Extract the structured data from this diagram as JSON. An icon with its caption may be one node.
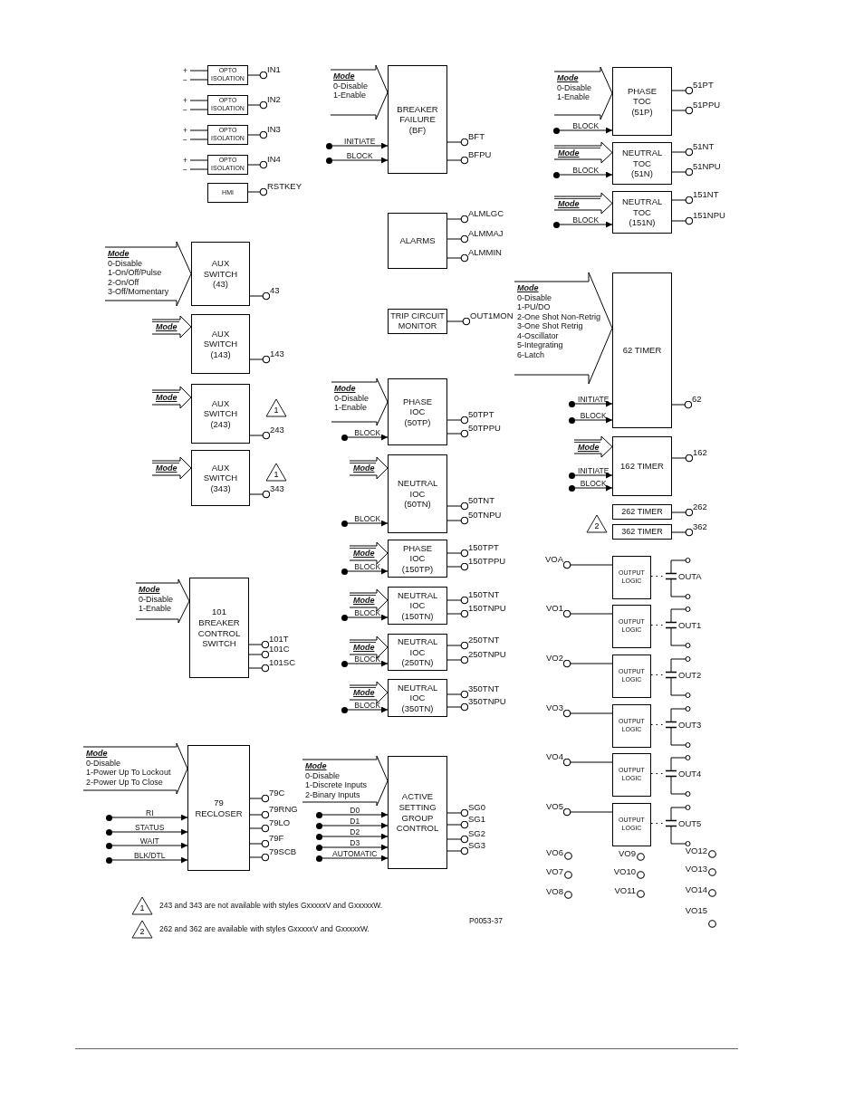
{
  "diagram": {
    "nodes": [
      {
        "text": [
          "OPTO ISOLATION"
        ]
      },
      {
        "text": [
          "IN1"
        ]
      },
      {
        "text": [
          "OPTO ISOLATION"
        ]
      },
      {
        "text": [
          "IN2"
        ]
      },
      {
        "text": [
          "OPTO ISOLATION"
        ]
      },
      {
        "text": [
          "IN3"
        ]
      },
      {
        "text": [
          "OPTO ISOLATION"
        ]
      },
      {
        "text": [
          "IN4"
        ]
      },
      {
        "text": [
          "HMI"
        ]
      },
      {
        "text": [
          "RSTKEY"
        ]
      },
      {
        "text": [
          "Mode",
          "0-Disable",
          "1-On/Off/Pulse",
          "2-On/Off",
          "3-Off/Momentary"
        ]
      },
      {
        "text": [
          "AUX SWITCH (43)"
        ]
      },
      {
        "text": [
          "43"
        ]
      },
      {
        "text": [
          "Mode"
        ]
      },
      {
        "text": [
          "AUX SWITCH (143)"
        ]
      },
      {
        "text": [
          "143"
        ]
      },
      {
        "text": [
          "Mode"
        ]
      },
      {
        "text": [
          "AUX SWITCH (243)"
        ]
      },
      {
        "text": [
          "1"
        ]
      },
      {
        "text": [
          "243"
        ]
      },
      {
        "text": [
          "Mode"
        ]
      },
      {
        "text": [
          "AUX SWITCH (343)"
        ]
      },
      {
        "text": [
          "1"
        ]
      },
      {
        "text": [
          "343"
        ]
      },
      {
        "text": [
          "Mode",
          "0-Disable",
          "1-Enable"
        ]
      },
      {
        "text": [
          "101 BREAKER CONTROL SWITCH"
        ]
      },
      {
        "text": [
          "101T"
        ]
      },
      {
        "text": [
          "101C"
        ]
      },
      {
        "text": [
          "101SC"
        ]
      },
      {
        "text": [
          "Mode",
          "0-Disable",
          "1-Power Up To Lockout",
          "2-Power Up To Close"
        ]
      },
      {
        "text": [
          "79 RECLOSER"
        ]
      },
      {
        "text": [
          "79C"
        ]
      },
      {
        "text": [
          "79RNG"
        ]
      },
      {
        "text": [
          "79LO"
        ]
      },
      {
        "text": [
          "79F"
        ]
      },
      {
        "text": [
          "79SCB"
        ]
      },
      {
        "text": [
          "Mode",
          "0-Disable",
          "1-Enable"
        ]
      },
      {
        "text": [
          "BREAKER FAILURE (BF)"
        ]
      },
      {
        "text": [
          "BFT"
        ]
      },
      {
        "text": [
          "BFPU"
        ]
      },
      {
        "text": [
          "ALARMS"
        ]
      },
      {
        "text": [
          "ALMLGC"
        ]
      },
      {
        "text": [
          "ALMMAJ"
        ]
      },
      {
        "text": [
          "ALMMIN"
        ]
      },
      {
        "text": [
          "TRIP CIRCUIT MONITOR"
        ]
      },
      {
        "text": [
          "OUT1MON"
        ]
      },
      {
        "text": [
          "Mode",
          "0-Disable",
          "1-Enable"
        ]
      },
      {
        "text": [
          "PHASE IOC (50TP)"
        ]
      },
      {
        "text": [
          "50TPT"
        ]
      },
      {
        "text": [
          "50TPPU"
        ]
      },
      {
        "text": [
          "Mode"
        ]
      },
      {
        "text": [
          "NEUTRAL IOC (50TN)"
        ]
      },
      {
        "text": [
          "50TNT"
        ]
      },
      {
        "text": [
          "50TNPU"
        ]
      },
      {
        "text": [
          "Mode"
        ]
      },
      {
        "text": [
          "PHASE IOC (150TP)"
        ]
      },
      {
        "text": [
          "150TPT"
        ]
      },
      {
        "text": [
          "150TPPU"
        ]
      },
      {
        "text": [
          "Mode"
        ]
      },
      {
        "text": [
          "NEUTRAL IOC (150TN)"
        ]
      },
      {
        "text": [
          "150TNT"
        ]
      },
      {
        "text": [
          "150TNPU"
        ]
      },
      {
        "text": [
          "Mode"
        ]
      },
      {
        "text": [
          "NEUTRAL IOC (250TN)"
        ]
      },
      {
        "text": [
          "250TNT"
        ]
      },
      {
        "text": [
          "250TNPU"
        ]
      },
      {
        "text": [
          "Mode"
        ]
      },
      {
        "text": [
          "NEUTRAL IOC (350TN)"
        ]
      },
      {
        "text": [
          "350TNT"
        ]
      },
      {
        "text": [
          "350TNPU"
        ]
      },
      {
        "text": [
          "Mode",
          "0-Disable",
          "1-Discrete Inputs",
          "2-Binary Inputs"
        ]
      },
      {
        "text": [
          "ACTIVE SETTING GROUP CONTROL"
        ]
      },
      {
        "text": [
          "SG0"
        ]
      },
      {
        "text": [
          "SG1"
        ]
      },
      {
        "text": [
          "SG2"
        ]
      },
      {
        "text": [
          "SG3"
        ]
      },
      {
        "text": [
          "Mode",
          "0-Disable",
          "1-Enable"
        ]
      },
      {
        "text": [
          "PHASE TOC (51P)"
        ]
      },
      {
        "text": [
          "51PT"
        ]
      },
      {
        "text": [
          "51PPU"
        ]
      },
      {
        "text": [
          "Mode"
        ]
      },
      {
        "text": [
          "NEUTRAL TOC (51N)"
        ]
      },
      {
        "text": [
          "51NT"
        ]
      },
      {
        "text": [
          "51NPU"
        ]
      },
      {
        "text": [
          "Mode"
        ]
      },
      {
        "text": [
          "NEUTRAL TOC (151N)"
        ]
      },
      {
        "text": [
          "151NT"
        ]
      },
      {
        "text": [
          "151NPU"
        ]
      },
      {
        "text": [
          "Mode",
          "0-Disable",
          "1-PU/DO",
          "2-One Shot Non-Retrig",
          "3-One Shot Retrig",
          "4-Oscillator",
          "5-Integrating",
          "6-Latch"
        ]
      },
      {
        "text": [
          "62 TIMER"
        ]
      },
      {
        "text": [
          "62"
        ]
      },
      {
        "text": [
          "Mode"
        ]
      },
      {
        "text": [
          "162 TIMER"
        ]
      },
      {
        "text": [
          "162"
        ]
      },
      {
        "text": [
          "262 TIMER"
        ]
      },
      {
        "text": [
          "262"
        ]
      },
      {
        "text": [
          "2"
        ]
      },
      {
        "text": [
          "362 TIMER"
        ]
      },
      {
        "text": [
          "362"
        ]
      },
      {
        "text": [
          "VOA"
        ]
      },
      {
        "text": [
          "OUTPUT LOGIC"
        ]
      },
      {
        "text": [
          "OUTA"
        ]
      },
      {
        "text": [
          "VO1"
        ]
      },
      {
        "text": [
          "OUTPUT LOGIC"
        ]
      },
      {
        "text": [
          "OUT1"
        ]
      },
      {
        "text": [
          "VO2"
        ]
      },
      {
        "text": [
          "OUTPUT LOGIC"
        ]
      },
      {
        "text": [
          "OUT2"
        ]
      },
      {
        "text": [
          "VO3"
        ]
      },
      {
        "text": [
          "OUTPUT LOGIC"
        ]
      },
      {
        "text": [
          "OUT3"
        ]
      },
      {
        "text": [
          "VO4"
        ]
      },
      {
        "text": [
          "OUTPUT LOGIC"
        ]
      },
      {
        "text": [
          "OUT4"
        ]
      },
      {
        "text": [
          "VO5"
        ]
      },
      {
        "text": [
          "OUTPUT LOGIC"
        ]
      },
      {
        "text": [
          "OUT5"
        ]
      },
      {
        "text": [
          "1"
        ],
        "beside": [
          "243 and 343 are not available with styles GxxxxxV and GxxxxxW."
        ]
      },
      {
        "text": [
          "2"
        ],
        "beside": [
          "262 and 362 are available with styles GxxxxxV and GxxxxxW."
        ]
      },
      {
        "text": [
          "VO6"
        ]
      },
      {
        "text": [
          "VO9"
        ]
      },
      {
        "text": [
          "VO12"
        ]
      },
      {
        "text": [
          "VO7"
        ]
      },
      {
        "text": [
          "VO10"
        ]
      },
      {
        "text": [
          "VO13"
        ]
      },
      {
        "text": [
          "VO8"
        ]
      },
      {
        "text": [
          "VO11"
        ]
      },
      {
        "text": [
          "VO14"
        ]
      },
      {
        "text": [
          "VO15"
        ]
      },
      {
        "text": [],
        "shape": "circle"
      },
      {
        "text": [],
        "shape": "circle"
      },
      {
        "text": [],
        "shape": "circle"
      },
      {
        "text": [],
        "shape": "circle"
      },
      {
        "text": [],
        "shape": "circle"
      },
      {
        "text": [],
        "shape": "circle"
      },
      {
        "text": [],
        "shape": "circle"
      },
      {
        "text": [],
        "shape": "circle"
      },
      {
        "text": [],
        "shape": "circle"
      },
      {
        "text": [],
        "shape": "circle"
      },
      {
        "text": [],
        "shape": "circle"
      },
      {
        "text": [],
        "shape": "circle"
      },
      {
        "text": [],
        "shape": "circle"
      },
      {
        "text": [],
        "shape": "circle"
      },
      {
        "text": [],
        "shape": "circle"
      },
      {
        "text": [],
        "shape": "circle"
      },
      {
        "text": [],
        "shape": "circle"
      },
      {
        "text": [],
        "shape": "circle"
      },
      {
        "text": [],
        "shape": "circle"
      },
      {
        "text": [],
        "shape": "circle"
      },
      {
        "text": [],
        "shape": "circle"
      },
      {
        "text": [],
        "shape": "circle"
      },
      {
        "text": [],
        "shape": "circle"
      },
      {
        "text": [],
        "shape": "circle"
      }
    ],
    "edges": [
      {
        "from": null,
        "to": 0,
        "arrow": "none",
        "label": "+"
      },
      {
        "from": null,
        "to": 0,
        "arrow": "none",
        "label": "−"
      },
      {
        "from": 0,
        "to": 1,
        "arrow": "other"
      },
      {
        "from": null,
        "to": 2,
        "arrow": "none",
        "label": "+"
      },
      {
        "from": null,
        "to": 2,
        "arrow": "none",
        "label": "−"
      },
      {
        "from": 2,
        "to": 3,
        "arrow": "other"
      },
      {
        "from": null,
        "to": 4,
        "arrow": "none",
        "label": "+"
      },
      {
        "from": null,
        "to": 4,
        "arrow": "none",
        "label": "−"
      },
      {
        "from": 4,
        "to": 5,
        "arrow": "other"
      },
      {
        "from": null,
        "to": 6,
        "arrow": "none",
        "label": "+"
      },
      {
        "from": null,
        "to": 6,
        "arrow": "none",
        "label": "−"
      },
      {
        "from": 6,
        "to": 7,
        "arrow": "other"
      },
      {
        "from": 8,
        "to": 9,
        "arrow": "other"
      },
      {
        "from": 11,
        "to": 12,
        "arrow": "other"
      },
      {
        "from": 14,
        "to": 15,
        "arrow": "other"
      },
      {
        "from": 17,
        "to": 19,
        "arrow": "other"
      },
      {
        "from": 21,
        "to": 23,
        "arrow": "other"
      },
      {
        "from": 25,
        "to": 26,
        "arrow": "other"
      },
      {
        "from": 25,
        "to": 27,
        "arrow": "other"
      },
      {
        "from": 25,
        "to": 28,
        "arrow": "other"
      },
      {
        "from": 129,
        "to": 30,
        "arrow": "to",
        "label": "RI"
      },
      {
        "from": 130,
        "to": 30,
        "arrow": "to",
        "label": "STATUS"
      },
      {
        "from": 131,
        "to": 30,
        "arrow": "to",
        "label": "WAIT"
      },
      {
        "from": 132,
        "to": 30,
        "arrow": "to",
        "label": "BLK/DTL"
      },
      {
        "from": 30,
        "to": 31,
        "arrow": "other"
      },
      {
        "from": 30,
        "to": 32,
        "arrow": "other"
      },
      {
        "from": 30,
        "to": 33,
        "arrow": "other"
      },
      {
        "from": 30,
        "to": 34,
        "arrow": "other"
      },
      {
        "from": 30,
        "to": 35,
        "arrow": "other"
      },
      {
        "from": 133,
        "to": 37,
        "arrow": "to",
        "label": "INITIATE"
      },
      {
        "from": 134,
        "to": 37,
        "arrow": "to",
        "label": "BLOCK"
      },
      {
        "from": 37,
        "to": 38,
        "arrow": "other"
      },
      {
        "from": 37,
        "to": 39,
        "arrow": "other"
      },
      {
        "from": 40,
        "to": 41,
        "arrow": "other"
      },
      {
        "from": 40,
        "to": 42,
        "arrow": "other"
      },
      {
        "from": 40,
        "to": 43,
        "arrow": "other"
      },
      {
        "from": 44,
        "to": 45,
        "arrow": "other"
      },
      {
        "from": 135,
        "to": 47,
        "arrow": "to",
        "label": "BLOCK"
      },
      {
        "from": 47,
        "to": 48,
        "arrow": "other"
      },
      {
        "from": 47,
        "to": 49,
        "arrow": "other"
      },
      {
        "from": 136,
        "to": 51,
        "arrow": "to",
        "label": "BLOCK"
      },
      {
        "from": 51,
        "to": 52,
        "arrow": "other"
      },
      {
        "from": 51,
        "to": 53,
        "arrow": "other"
      },
      {
        "from": 137,
        "to": 55,
        "arrow": "to",
        "label": "BLOCK"
      },
      {
        "from": 55,
        "to": 56,
        "arrow": "other"
      },
      {
        "from": 55,
        "to": 57,
        "arrow": "other"
      },
      {
        "from": 138,
        "to": 59,
        "arrow": "to",
        "label": "BLOCK"
      },
      {
        "from": 59,
        "to": 60,
        "arrow": "other"
      },
      {
        "from": 59,
        "to": 61,
        "arrow": "other"
      },
      {
        "from": 139,
        "to": 63,
        "arrow": "to",
        "label": "BLOCK"
      },
      {
        "from": 63,
        "to": 64,
        "arrow": "other"
      },
      {
        "from": 63,
        "to": 65,
        "arrow": "other"
      },
      {
        "from": 140,
        "to": 67,
        "arrow": "to",
        "label": "BLOCK"
      },
      {
        "from": 67,
        "to": 68,
        "arrow": "other"
      },
      {
        "from": 67,
        "to": 69,
        "arrow": "other"
      },
      {
        "from": 141,
        "to": 71,
        "arrow": "to",
        "label": "D0"
      },
      {
        "from": 142,
        "to": 71,
        "arrow": "to",
        "label": "D1"
      },
      {
        "from": 143,
        "to": 71,
        "arrow": "to",
        "label": "D2"
      },
      {
        "from": 144,
        "to": 71,
        "arrow": "to",
        "label": "D3"
      },
      {
        "from": 145,
        "to": 71,
        "arrow": "to",
        "label": "AUTOMATIC"
      },
      {
        "from": 71,
        "to": 72,
        "arrow": "other"
      },
      {
        "from": 71,
        "to": 73,
        "arrow": "other"
      },
      {
        "from": 71,
        "to": 74,
        "arrow": "other"
      },
      {
        "from": 71,
        "to": 75,
        "arrow": "other"
      },
      {
        "from": 146,
        "to": 77,
        "arrow": "to",
        "label": "BLOCK"
      },
      {
        "from": 77,
        "to": 78,
        "arrow": "other"
      },
      {
        "from": 77,
        "to": 79,
        "arrow": "other"
      },
      {
        "from": 147,
        "to": 81,
        "arrow": "to",
        "label": "BLOCK"
      },
      {
        "from": 81,
        "to": 82,
        "arrow": "other"
      },
      {
        "from": 81,
        "to": 83,
        "arrow": "other"
      },
      {
        "from": 148,
        "to": 85,
        "arrow": "to",
        "label": "BLOCK"
      },
      {
        "from": 85,
        "to": 86,
        "arrow": "other"
      },
      {
        "from": 85,
        "to": 87,
        "arrow": "other"
      },
      {
        "from": 149,
        "to": 89,
        "arrow": "to",
        "label": "INITIATE"
      },
      {
        "from": 150,
        "to": 89,
        "arrow": "to",
        "label": "BLOCK"
      },
      {
        "from": 89,
        "to": 90,
        "arrow": "other"
      },
      {
        "from": 151,
        "to": 92,
        "arrow": "to",
        "label": "INITIATE"
      },
      {
        "from": 152,
        "to": 92,
        "arrow": "to",
        "label": "BLOCK"
      },
      {
        "from": 92,
        "to": 93,
        "arrow": "other"
      },
      {
        "from": 94,
        "to": 95,
        "arrow": "other"
      },
      {
        "from": 97,
        "to": 98,
        "arrow": "other"
      },
      {
        "from": 99,
        "to": 100,
        "arrow": "other"
      },
      {
        "from": 100,
        "to": 101,
        "arrow": "none",
        "style": "dashed"
      },
      {
        "from": 102,
        "to": 103,
        "arrow": "other"
      },
      {
        "from": 103,
        "to": 104,
        "arrow": "none",
        "style": "dashed"
      },
      {
        "from": 105,
        "to": 106,
        "arrow": "other"
      },
      {
        "from": 106,
        "to": 107,
        "arrow": "none",
        "style": "dashed"
      },
      {
        "from": 108,
        "to": 109,
        "arrow": "other"
      },
      {
        "from": 109,
        "to": 110,
        "arrow": "none",
        "style": "dashed"
      },
      {
        "from": 111,
        "to": 112,
        "arrow": "other"
      },
      {
        "from": 112,
        "to": 113,
        "arrow": "none",
        "style": "dashed"
      },
      {
        "from": 114,
        "to": 115,
        "arrow": "other"
      },
      {
        "from": 115,
        "to": 116,
        "arrow": "none",
        "style": "dashed"
      }
    ],
    "labels": [
      "P0053-37"
    ]
  }
}
